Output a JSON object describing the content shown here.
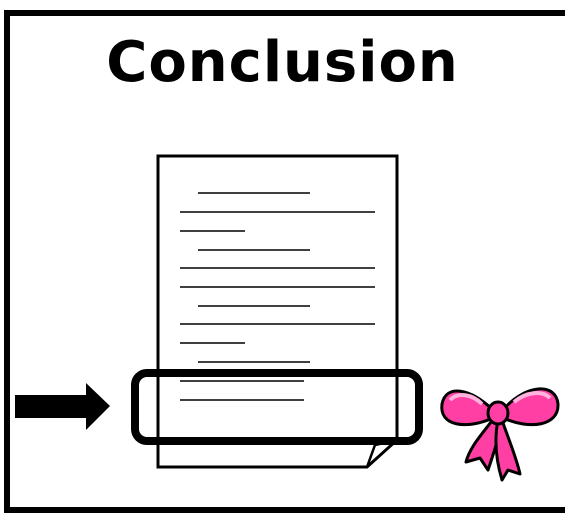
{
  "title": "Conclusion",
  "colors": {
    "frame": "#000000",
    "paper": "#ffffff",
    "text_lines": "#000000",
    "arrow": "#000000",
    "highlight_box": "#000000",
    "bow_fill": "#ff3fa4",
    "bow_highlight": "#ff9fd4",
    "bow_outline": "#000000"
  },
  "icons": {
    "document": "document-icon",
    "arrow": "arrow-right-icon",
    "bow": "gift-bow-icon"
  },
  "document": {
    "paragraphs": 4,
    "highlighted_paragraph": "last"
  }
}
